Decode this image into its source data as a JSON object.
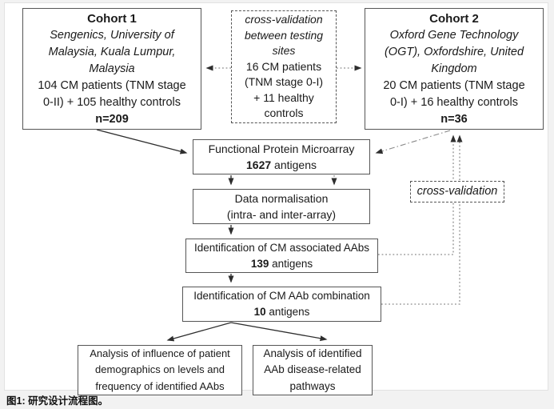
{
  "figure": {
    "caption": "图1: 研究设计流程图。",
    "cohort1": {
      "title": "Cohort 1",
      "site": "Sengenics, University of\nMalaysia, Kuala Lumpur,\nMalaysia",
      "patients": "104 CM patients (TNM stage\n0-II) + 105 healthy controls",
      "n": "n=209"
    },
    "crossval_box": {
      "note": "cross-validation\nbetween testing\nsites",
      "patients": "16 CM patients\n(TNM stage 0-I)\n+ 11 healthy\ncontrols"
    },
    "cohort2": {
      "title": "Cohort 2",
      "site": "Oxford Gene Technology\n(OGT), Oxfordshire, United\nKingdom",
      "patients": "20 CM patients (TNM stage\n0-I) + 16 healthy controls",
      "n": "n=36"
    },
    "flow": {
      "fpm": {
        "title": "Functional Protein Microarray",
        "count": "1627",
        "count_suffix": " antigens"
      },
      "datanorm": {
        "line1": "Data normalisation",
        "line2": "(intra- and inter-array)"
      },
      "ident_aabs": {
        "title": "Identification of CM associated AAbs",
        "count": "139",
        "count_suffix": " antigens"
      },
      "ident_comb": {
        "title": "Identification of CM AAb combination",
        "count": "10",
        "count_suffix": " antigens"
      },
      "analysis_demographics": {
        "text": "Analysis of influence of patient\ndemographics on levels and\nfrequency of identified AAbs"
      },
      "analysis_pathways": {
        "text": "Analysis of identified\nAAb disease-related\npathways"
      }
    },
    "crossval_label": "cross-validation",
    "colors": {
      "page_bg": "#f2f2f2",
      "box_bg": "#ffffff",
      "box_border": "#565656",
      "text_color": "#1a1a1a",
      "line_solid": "#2e2e2e",
      "line_dotted": "#8a8a8a"
    }
  }
}
